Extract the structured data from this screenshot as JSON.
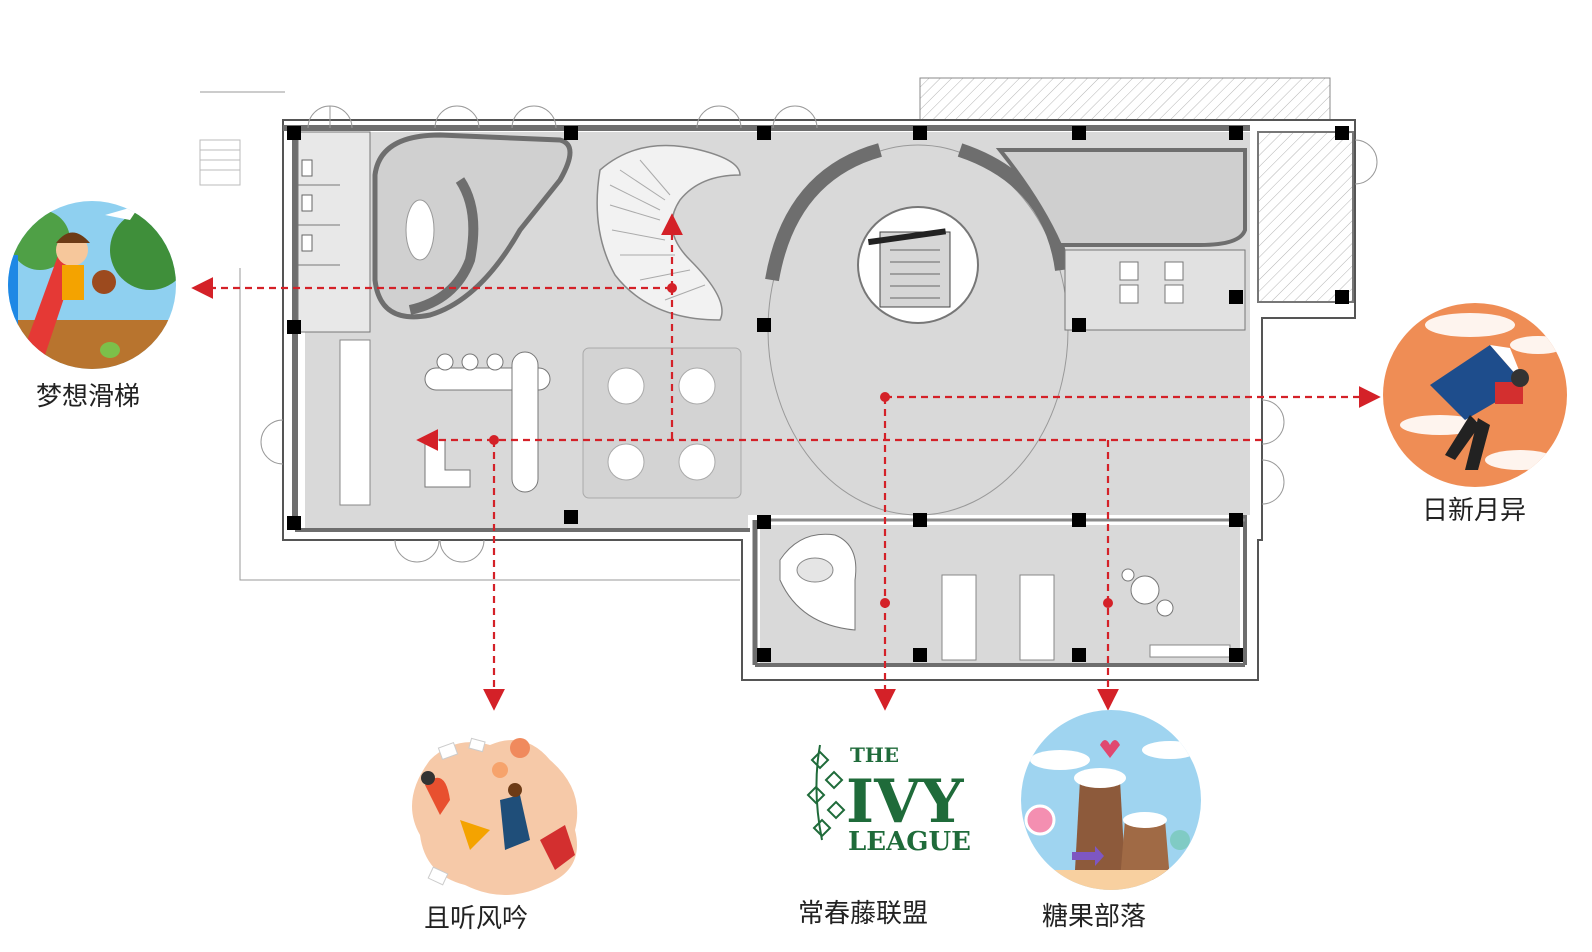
{
  "zones": [
    {
      "id": "dream-slide",
      "label": "梦想滑梯",
      "icon": "child-on-slide-illustration"
    },
    {
      "id": "day-by-day",
      "label": "日新月异",
      "icon": "flying-book-reader-illustration"
    },
    {
      "id": "listen-chant",
      "label": "且听风吟",
      "icon": "dancing-readers-illustration"
    },
    {
      "id": "ivy-league",
      "label": "常春藤联盟",
      "icon": "ivy-league-logo",
      "logo_text": [
        "THE",
        "IVY",
        "LEAGUE"
      ]
    },
    {
      "id": "candy-tribe",
      "label": "糖果部落",
      "icon": "candy-land-illustration"
    }
  ],
  "colors": {
    "floor": "#d8d8d8",
    "wall": "#6e6e6e",
    "column": "#000000",
    "route": "#d42128",
    "ivy_green": "#1f6b3a",
    "orange_bg": "#ef8d55"
  }
}
